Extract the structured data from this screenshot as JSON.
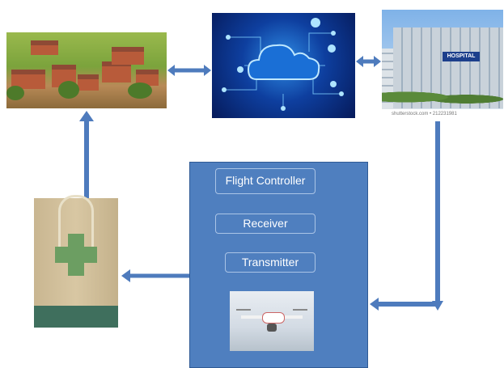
{
  "images": {
    "village": "village-houses-photo",
    "cloud": "cloud-network-illustration",
    "hospital": "hospital-building-photo",
    "bag": "medical-supply-bag-photo",
    "drone": "quadcopter-drone-photo"
  },
  "hospital_sign": "HOSPITAL",
  "watermark": "shutterstock.com • 212231981",
  "boxes": {
    "flight_controller": "Flight Controller",
    "receiver": "Receiver",
    "transmitter": "Transmitter"
  },
  "colors": {
    "panel": "#4f7fbf",
    "arrow": "#4e7bbd",
    "box_border": "#aac4e6"
  }
}
